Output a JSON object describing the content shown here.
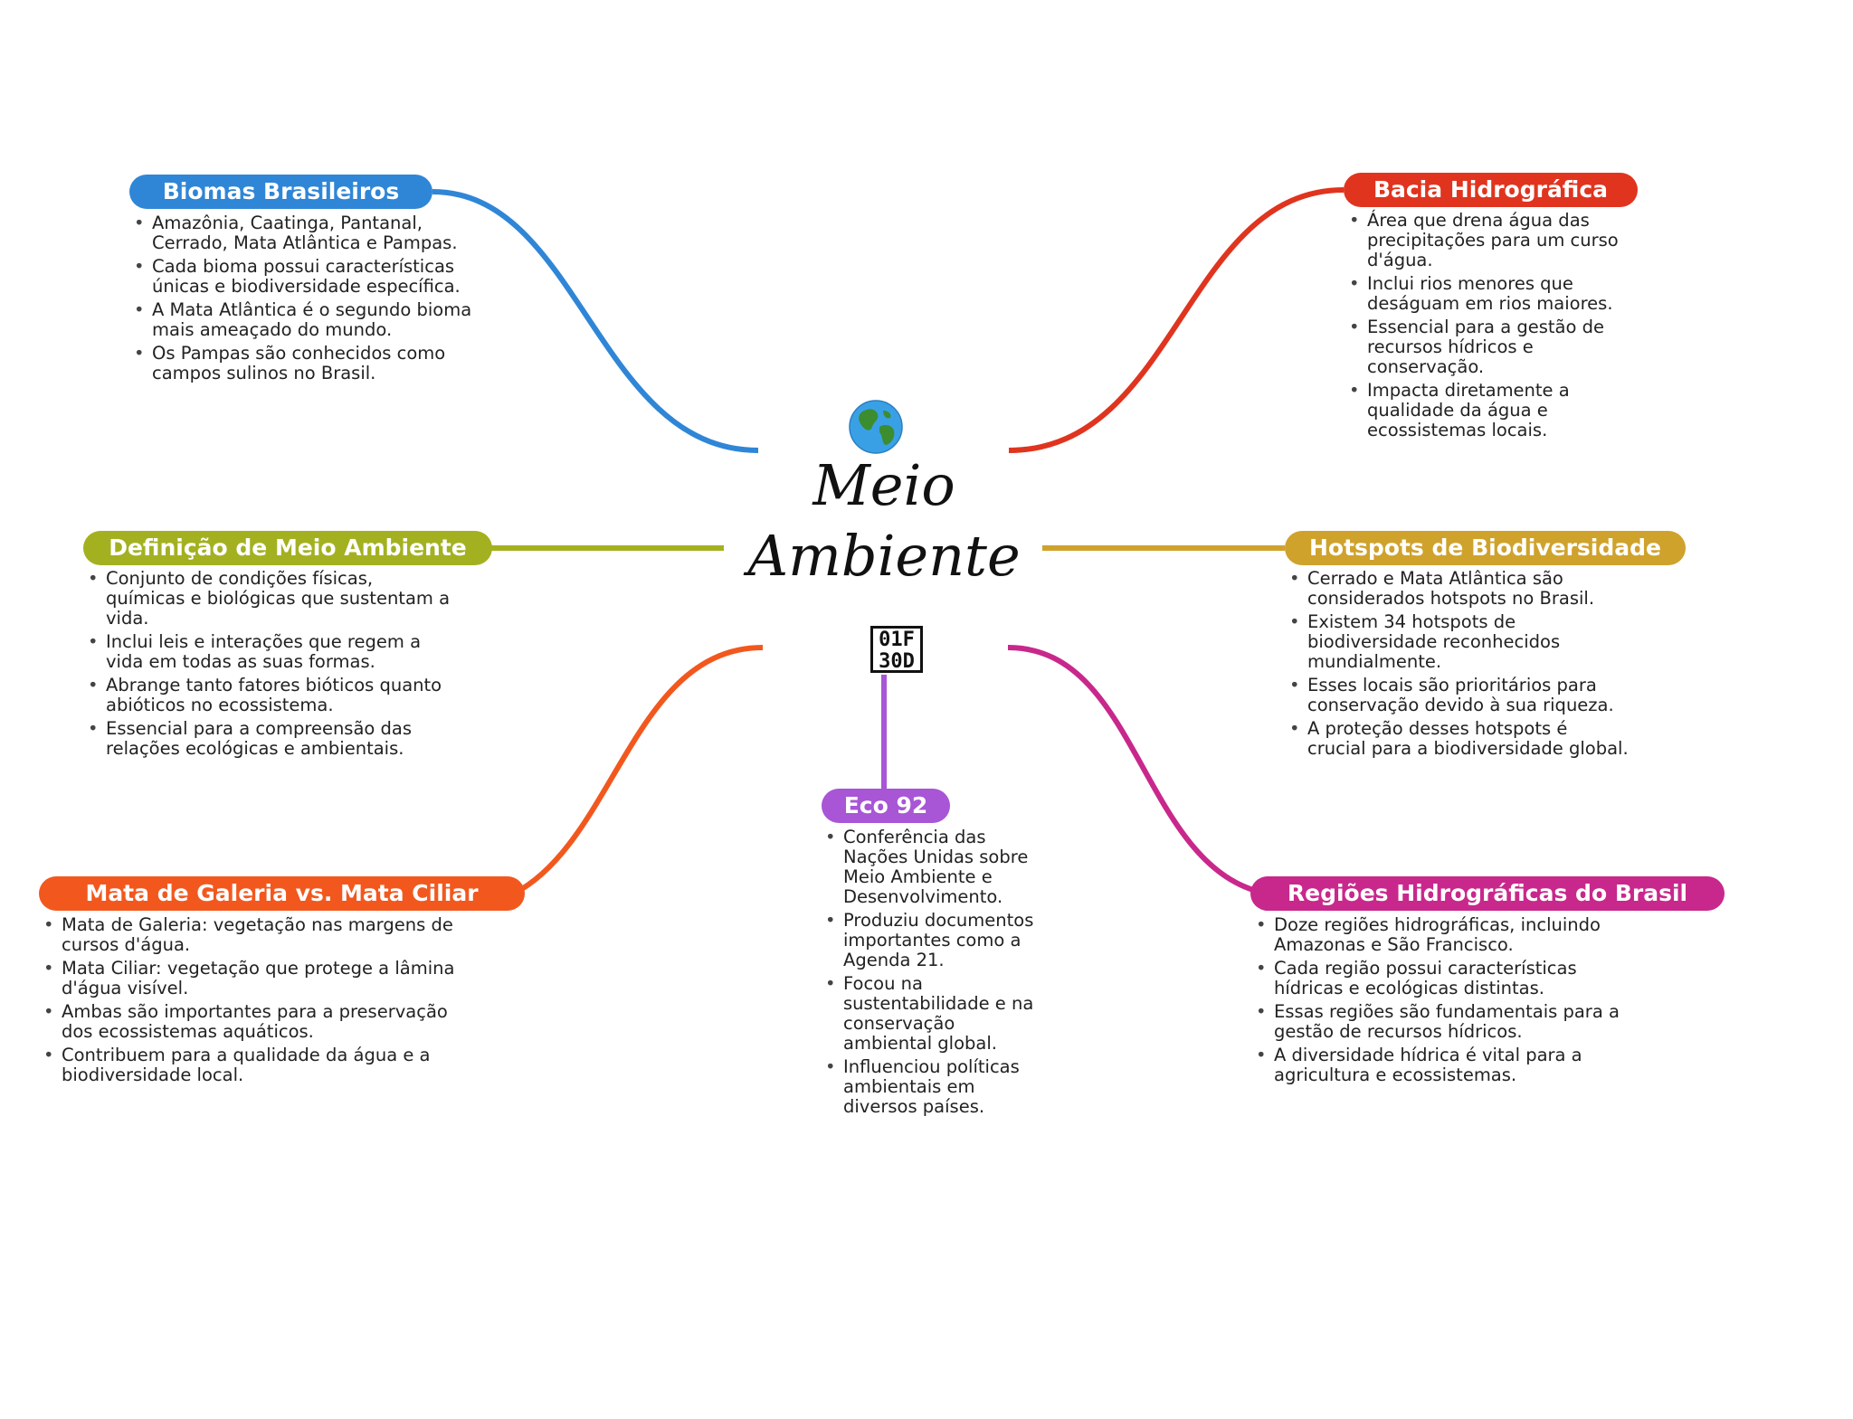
{
  "center": {
    "title_line1": "Meio",
    "title_line2": "Ambiente",
    "icon": "globe-icon",
    "code_line1": "01F",
    "code_line2": "30D"
  },
  "branches": {
    "biomas": {
      "title": "Biomas Brasileiros",
      "color": "#2f86d6",
      "items": [
        "Amazônia, Caatinga, Pantanal, Cerrado, Mata Atlântica e Pampas.",
        "Cada bioma possui características únicas e biodiversidade específica.",
        "A Mata Atlântica é o segundo bioma mais ameaçado do mundo.",
        "Os Pampas são conhecidos como campos sulinos no Brasil."
      ]
    },
    "bacia": {
      "title": "Bacia Hidrográfica",
      "color": "#e0341f",
      "items": [
        "Área que drena água das precipitações para um curso d'água.",
        "Inclui rios menores que deságuam em rios maiores.",
        "Essencial para a gestão de recursos hídricos e conservação.",
        "Impacta diretamente a qualidade da água e ecossistemas locais."
      ]
    },
    "definicao": {
      "title": "Definição de Meio Ambiente",
      "color": "#a3b121",
      "items": [
        "Conjunto de condições físicas, químicas e biológicas que sustentam a vida.",
        "Inclui leis e interações que regem a vida em todas as suas formas.",
        "Abrange tanto fatores bióticos quanto abióticos no ecossistema.",
        "Essencial para a compreensão das relações ecológicas e ambientais."
      ]
    },
    "hotspots": {
      "title": "Hotspots de Biodiversidade",
      "color": "#cfa22c",
      "items": [
        "Cerrado e Mata Atlântica são considerados hotspots no Brasil.",
        "Existem 34 hotspots de biodiversidade reconhecidos mundialmente.",
        "Esses locais são prioritários para conservação devido à sua riqueza.",
        "A proteção desses hotspots é crucial para a biodiversidade global."
      ]
    },
    "eco92": {
      "title": "Eco 92",
      "color": "#a855d6",
      "items": [
        "Conferência das Nações Unidas sobre Meio Ambiente e Desenvolvimento.",
        "Produziu documentos importantes como a Agenda 21.",
        "Focou na sustentabilidade e na conservação ambiental global.",
        "Influenciou políticas ambientais em diversos países."
      ]
    },
    "mata": {
      "title": "Mata de Galeria vs. Mata Ciliar",
      "color": "#f2581e",
      "items": [
        "Mata de Galeria: vegetação nas margens de cursos d'água.",
        "Mata Ciliar: vegetação que protege a lâmina d'água visível.",
        "Ambas são importantes para a preservação dos ecossistemas aquáticos.",
        "Contribuem para a qualidade da água e a biodiversidade local."
      ]
    },
    "regioes": {
      "title": "Regiões Hidrográficas do Brasil",
      "color": "#c8288c",
      "items": [
        "Doze regiões hidrográficas, incluindo Amazonas e São Francisco.",
        "Cada região possui características hídricas e ecológicas distintas.",
        "Essas regiões são fundamentais para a gestão de recursos hídricos.",
        "A diversidade hídrica é vital para a agricultura e ecossistemas."
      ]
    }
  }
}
